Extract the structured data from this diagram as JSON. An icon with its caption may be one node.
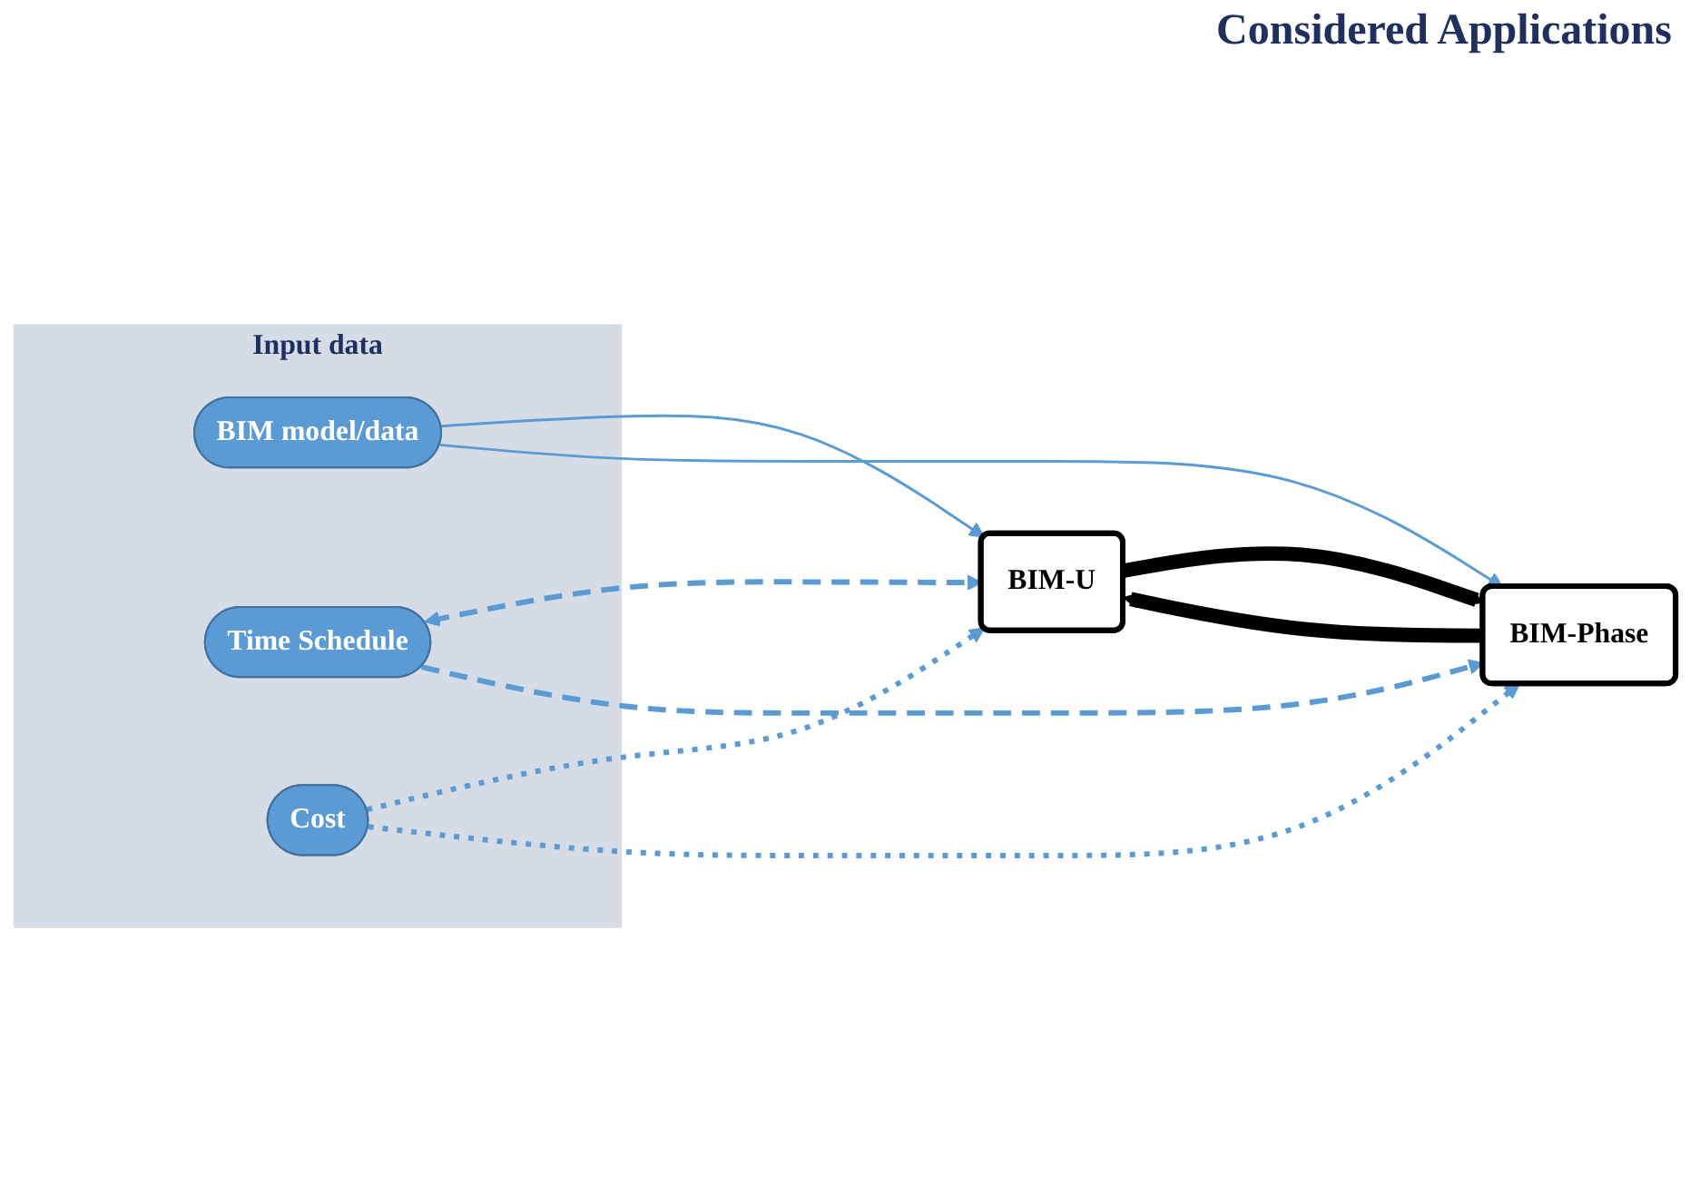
{
  "diagram": {
    "nodes": [
      {
        "text": [
          "Input data"
        ]
      },
      {
        "text": [
          "BIM model/data"
        ],
        "in": 0
      },
      {
        "text": [
          "Time Schedule"
        ],
        "in": 0
      },
      {
        "text": [
          "Cost"
        ],
        "in": 0
      },
      {
        "text": [
          "BIM-U"
        ]
      },
      {
        "text": [
          "BIM-Phase"
        ]
      }
    ],
    "edges": [
      {
        "from": 1,
        "to": 4,
        "arrow": "to"
      },
      {
        "from": 1,
        "to": 5,
        "arrow": "to"
      },
      {
        "from": 2,
        "to": 4,
        "arrow": "both",
        "style": "dashed"
      },
      {
        "from": 2,
        "to": 5,
        "arrow": "to",
        "style": "dashed"
      },
      {
        "from": 3,
        "to": 4,
        "arrow": "to",
        "style": "dashed"
      },
      {
        "from": 3,
        "to": 5,
        "arrow": "to",
        "style": "dashed"
      },
      {
        "from": 4,
        "to": 5,
        "arrow": "to",
        "style": "thick",
        "color": "#000000"
      },
      {
        "from": 5,
        "to": 4,
        "arrow": "to",
        "style": "thick",
        "color": "#000000"
      }
    ],
    "labels": [
      "Considered Applications"
    ]
  }
}
